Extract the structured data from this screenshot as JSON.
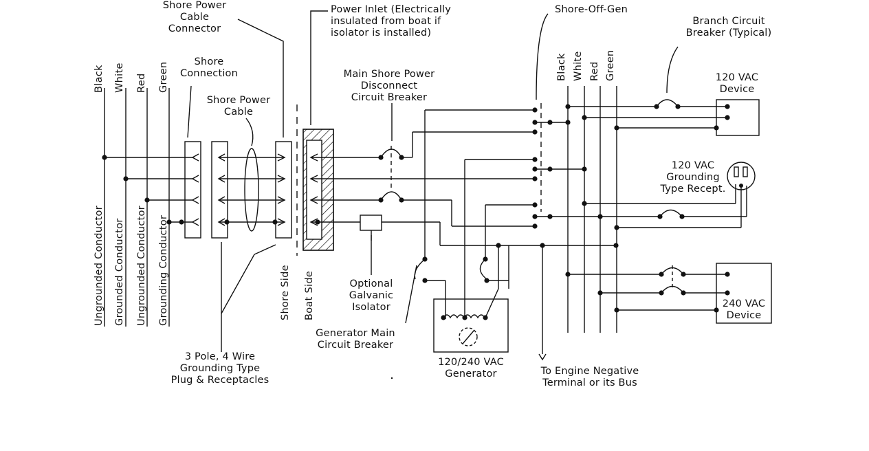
{
  "labels": {
    "shore_power_cable_connector": "Shore Power\nCable\nConnector",
    "power_inlet": "Power Inlet (Electrically\ninsulated from boat if\nisolator is installed)",
    "selector_switch": "Shore-Off-Gen",
    "branch_breaker": "Branch Circuit\nBreaker (Typical)",
    "shore_connection": "Shore\nConnection",
    "shore_power_cable": "Shore Power\nCable",
    "main_disconnect": "Main Shore Power\nDisconnect\nCircuit Breaker",
    "device_120": "120 VAC\nDevice",
    "receptacle": "120 VAC\nGrounding\nType Recept.",
    "galvanic_isolator": "Optional\nGalvanic\nIsolator",
    "generator_breaker": "Generator Main\nCircuit Breaker",
    "plug_receptacles": "3 Pole, 4 Wire\nGrounding Type\nPlug & Receptacles",
    "generator": "120/240 VAC\nGenerator",
    "engine_negative": "To Engine Negative\nTerminal or its Bus",
    "device_240": "240 VAC\nDevice"
  },
  "shore_wires": {
    "black": "Black",
    "white": "White",
    "red": "Red",
    "green": "Green"
  },
  "conductors": {
    "ungrounded_1": "Ungrounded Conductor",
    "grounded": "Grounded Conductor",
    "ungrounded_2": "Ungrounded Conductor",
    "grounding": "Grounding Conductor"
  },
  "sides": {
    "shore": "Shore Side",
    "boat": "Boat Side"
  },
  "bus_wires": {
    "black": "Black",
    "white": "White",
    "red": "Red",
    "green": "Green"
  },
  "colors": {
    "ink": "#111111",
    "background": "#ffffff"
  }
}
